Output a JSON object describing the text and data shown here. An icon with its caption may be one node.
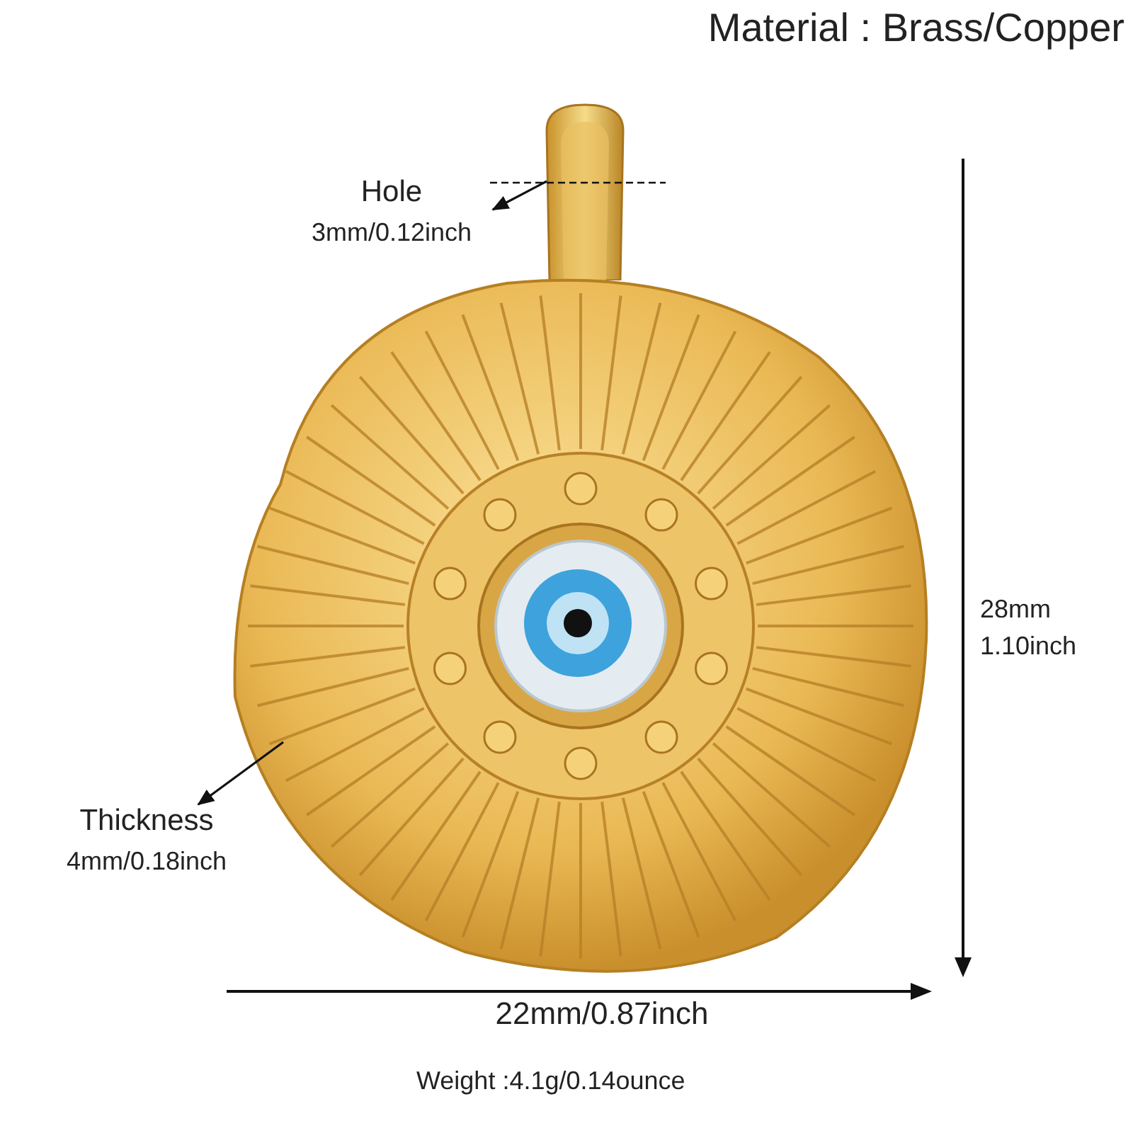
{
  "diagram": {
    "title": "Material : Brass/Copper",
    "nodes": [
      {
        "text": [
          "Hole",
          "3mm/0.12inch"
        ]
      },
      {
        "text": [],
        "shape": "picture"
      },
      {
        "text": [],
        "shape": "picture"
      },
      {
        "text": [
          "Thickness",
          "4mm/0.18inch"
        ]
      }
    ],
    "edges": [
      {
        "from": 1,
        "to": 0,
        "arrow": "to"
      },
      {
        "from": 2,
        "to": 3,
        "arrow": "to"
      }
    ],
    "labels": [
      "28mm",
      "1.10inch",
      "22mm/0.87inch",
      "Weight :4.1g/0.14ounce"
    ]
  }
}
